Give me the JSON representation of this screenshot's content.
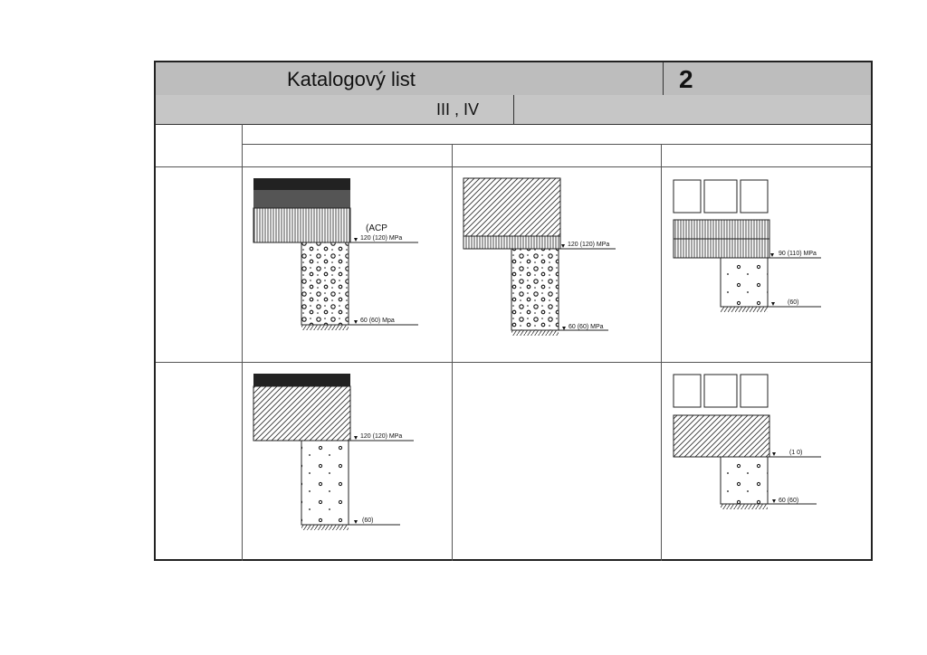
{
  "sheet": {
    "title": "Katalogový list",
    "number": "2",
    "traffic_classes": "III , IV"
  },
  "cells": {
    "r1c1": {
      "annotation": "(ACP",
      "top_label": "120 (120) MPa",
      "bottom_label": "60 (60) Mpa"
    },
    "r1c2": {
      "top_label": "120 (120) MPa",
      "bottom_label": "60 (60) MPa"
    },
    "r1c3": {
      "top_label": "90 (110) MPa",
      "bottom_label": "(60)"
    },
    "r2c1": {
      "top_label": "120 (120) MPa",
      "bottom_label": "(60)"
    },
    "r2c3": {
      "top_label": "(1 0)",
      "bottom_label": "60 (60)"
    }
  }
}
